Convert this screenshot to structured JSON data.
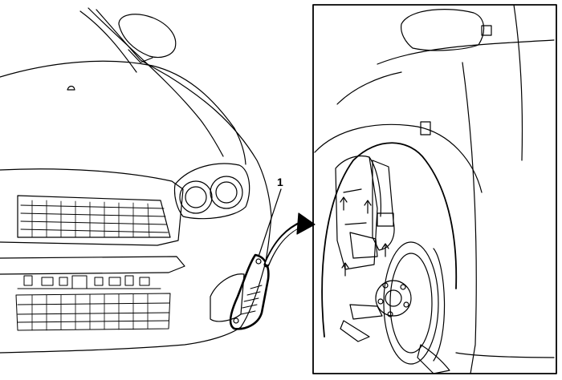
{
  "diagram": {
    "callouts": [
      {
        "label": "1"
      }
    ],
    "panels": [
      {
        "name": "front-bumper-overview"
      },
      {
        "name": "wheel-well-detail-inset"
      }
    ],
    "line_color": "#000000",
    "background_color": "#ffffff"
  }
}
